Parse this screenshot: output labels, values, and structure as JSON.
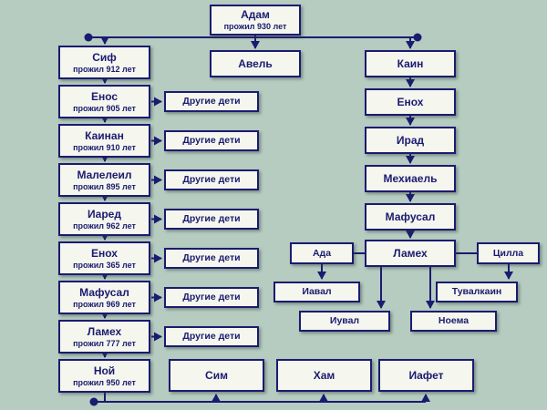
{
  "colors": {
    "background": "#b6ccc1",
    "box_fill": "#f5f6ee",
    "ink": "#1b1b70"
  },
  "adam": {
    "name": "Адам",
    "years": "прожил 930 лет"
  },
  "abel": {
    "name": "Авель"
  },
  "seth_line": [
    {
      "name": "Сиф",
      "years": "прожил 912 лет"
    },
    {
      "name": "Енос",
      "years": "прожил 905 лет"
    },
    {
      "name": "Каинан",
      "years": "прожил 910 лет"
    },
    {
      "name": "Малелеил",
      "years": "прожил 895 лет"
    },
    {
      "name": "Иаред",
      "years": "прожил 962 лет"
    },
    {
      "name": "Енох",
      "years": "прожил 365 лет"
    },
    {
      "name": "Мафусал",
      "years": "прожил 969 лет"
    },
    {
      "name": "Ламех",
      "years": "прожил 777 лет"
    },
    {
      "name": "Ной",
      "years": "прожил 950 лет"
    }
  ],
  "cain_line": [
    {
      "name": "Каин"
    },
    {
      "name": "Енох"
    },
    {
      "name": "Ирад"
    },
    {
      "name": "Мехиаель"
    },
    {
      "name": "Мафусал"
    },
    {
      "name": "Ламех"
    }
  ],
  "labels": {
    "other_children": "Другие дети"
  },
  "wives": [
    {
      "name": "Ада"
    },
    {
      "name": "Цилла"
    }
  ],
  "lamech_children": [
    {
      "name": "Иавал"
    },
    {
      "name": "Иувал"
    },
    {
      "name": "Тувалкаин"
    },
    {
      "name": "Ноема"
    }
  ],
  "noah_sons": [
    {
      "name": "Сим"
    },
    {
      "name": "Хам"
    },
    {
      "name": "Иафет"
    }
  ]
}
